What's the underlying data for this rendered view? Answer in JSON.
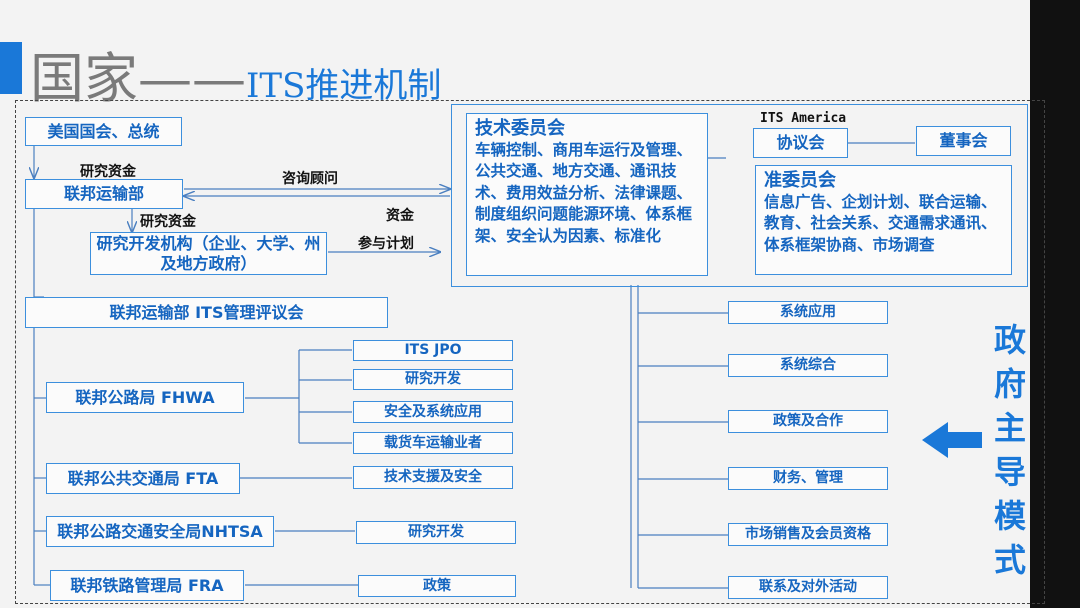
{
  "title": {
    "main": "国家——",
    "sub": "ITS推进机制"
  },
  "side_label": "政府主导模式",
  "left": {
    "congress": "美国国会、总统",
    "dot": "联邦运输部",
    "rnd_org": "研究开发机构（企业、大学、州及地方政府）",
    "its_council": "联邦运输部 ITS管理评议会",
    "fhwa": "联邦公路局 FHWA",
    "fta": "联邦公共交通局 FTA",
    "nhtsa": "联邦公路交通安全局NHTSA",
    "fra": "联邦铁路管理局 FRA"
  },
  "edge_labels": {
    "funds1": "研究资金",
    "funds2": "研究资金",
    "consult": "咨询顾问",
    "money": "资金",
    "join": "参与计划",
    "its_america": "ITS America"
  },
  "fhwa_children": [
    "ITS JPO",
    "研究开发",
    "安全及系统应用",
    "载货车运输业者"
  ],
  "fta_child": "技术支援及安全",
  "nhtsa_child": "研究开发",
  "fra_child": "政策",
  "tech_committee": {
    "title": "技术委员会",
    "body": "车辆控制、商用车运行及管理、公共交通、地方交通、通讯技术、费用效益分析、法律课题、制度组织问题能源环境、体系框架、安全认为因素、标准化"
  },
  "assoc": "协议会",
  "board": "董事会",
  "quasi": {
    "title": "准委员会",
    "body": "信息广告、企划计划、联合运输、教育、社会关系、交通需求通讯、体系框架协商、市场调查"
  },
  "right_list": [
    "系统应用",
    "系统综合",
    "政策及合作",
    "财务、管理",
    "市场销售及会员资格",
    "联系及对外活动"
  ]
}
